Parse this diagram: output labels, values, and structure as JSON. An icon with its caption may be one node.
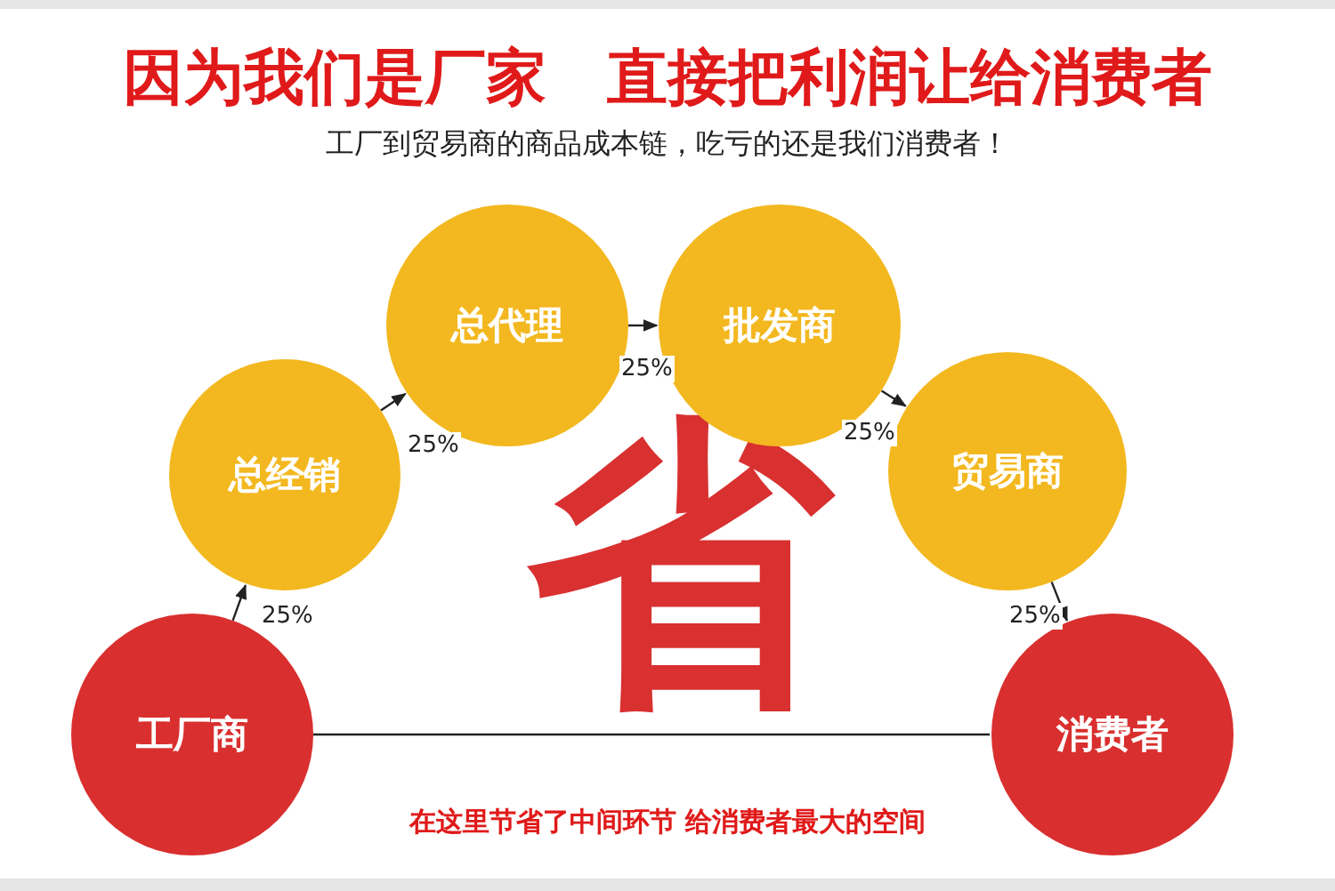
{
  "diagram": {
    "title": "因为我们是厂家　直接把利润让给消费者",
    "nodes": [
      {
        "text": [
          "工厂商"
        ]
      },
      {
        "text": [
          "总经销"
        ]
      },
      {
        "text": [
          "总代理"
        ]
      },
      {
        "text": [
          "批发商"
        ]
      },
      {
        "text": [
          "贸易商"
        ]
      },
      {
        "text": [
          "消费者"
        ]
      }
    ],
    "edges": [
      {
        "from": 0,
        "to": 1,
        "arrow": "to",
        "label": "25%"
      },
      {
        "from": 1,
        "to": 2,
        "arrow": "to",
        "label": "25%"
      },
      {
        "from": 2,
        "to": 3,
        "arrow": "to",
        "label": "25%"
      },
      {
        "from": 3,
        "to": 4,
        "arrow": "to",
        "label": "25%"
      },
      {
        "from": 4,
        "to": 5,
        "arrow": "to",
        "label": "25%"
      },
      {
        "from": 0,
        "to": 5,
        "arrow": "none"
      }
    ],
    "labels": [
      "工厂到贸易商的商品成本链，吃亏的还是我们消费者！",
      "省",
      "在这里节省了中间环节 给消费者最大的空间"
    ]
  }
}
